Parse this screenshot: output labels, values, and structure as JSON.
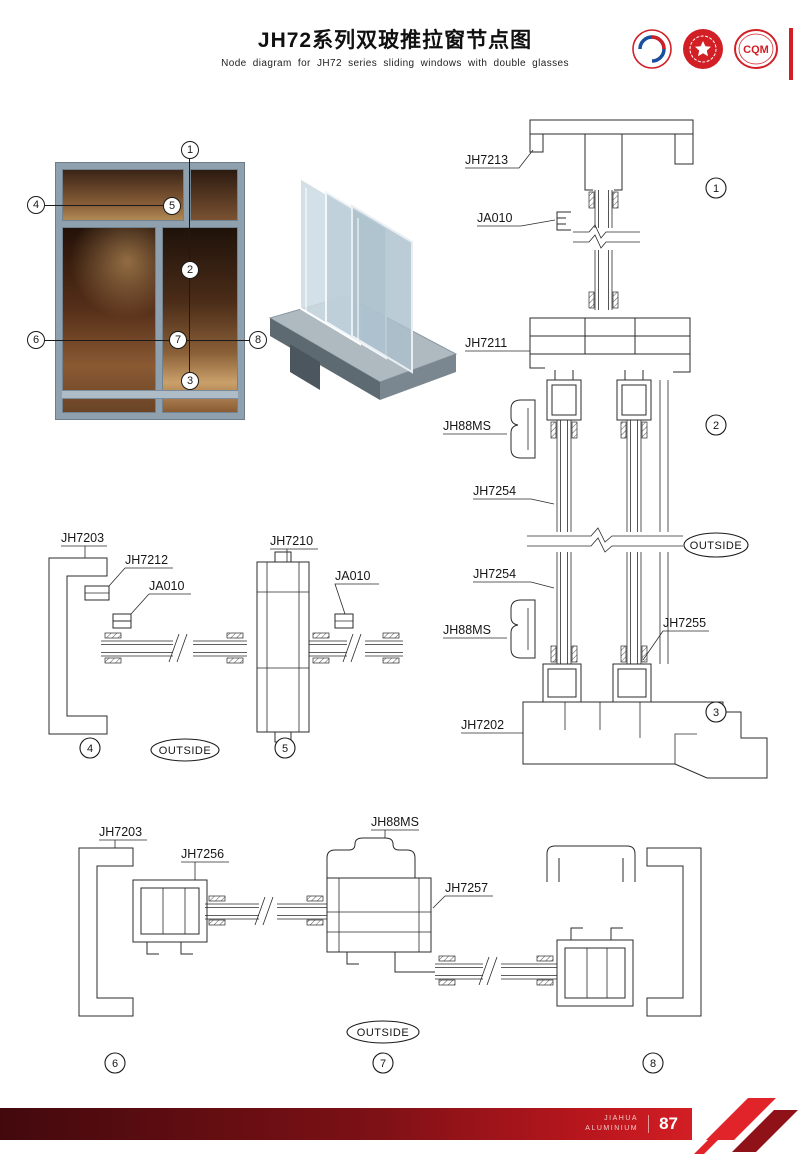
{
  "header": {
    "title": "JH72系列双玻推拉窗节点图",
    "subtitle": "Node diagram for JH72 series sliding windows with double glasses",
    "logos": {
      "cqm": "CQM"
    }
  },
  "callouts": {
    "n1": "1",
    "n2": "2",
    "n3": "3",
    "n4": "4",
    "n5": "5",
    "n6": "6",
    "n7": "7",
    "n8": "8"
  },
  "labels": {
    "outside": "OUTSIDE",
    "jh7213": "JH7213",
    "ja010": "JA010",
    "jh7211": "JH7211",
    "jh88ms": "JH88MS",
    "jh7254": "JH7254",
    "jh7255": "JH7255",
    "jh7202": "JH7202",
    "jh7203": "JH7203",
    "jh7212": "JH7212",
    "jh7210": "JH7210",
    "jh7256": "JH7256",
    "jh7257": "JH7257"
  },
  "footer": {
    "brand_top": "JIAHUA",
    "brand_bottom": "ALUMINIUM",
    "page_number": "87"
  }
}
